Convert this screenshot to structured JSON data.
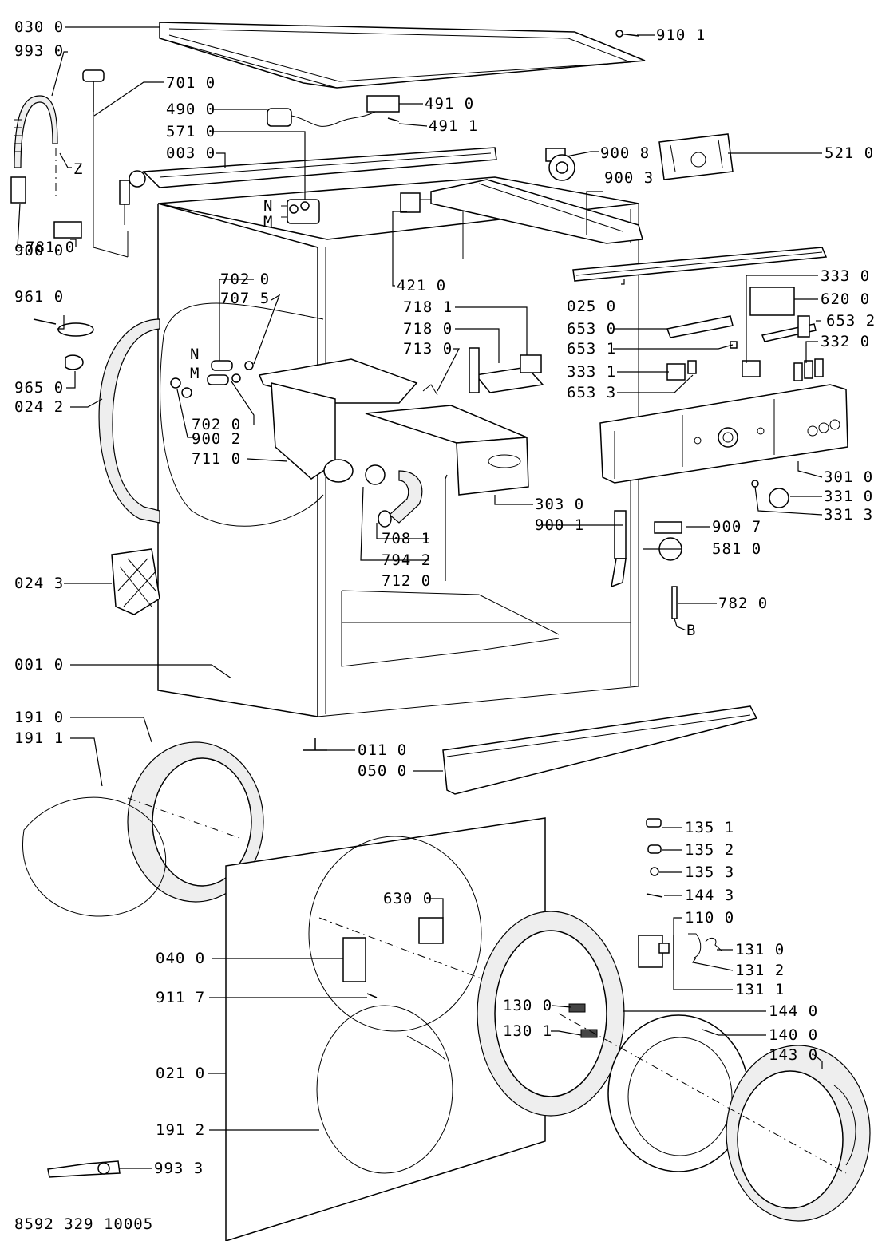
{
  "diagram_id": "8592 329 10005",
  "labels": [
    {
      "id": "l0300",
      "text": "030 0"
    },
    {
      "id": "l9930",
      "text": "993 0"
    },
    {
      "id": "l7010",
      "text": "701 0"
    },
    {
      "id": "l4900",
      "text": "490 0"
    },
    {
      "id": "l5710",
      "text": "571 0"
    },
    {
      "id": "l0030",
      "text": "003 0"
    },
    {
      "id": "l4910",
      "text": "491 0"
    },
    {
      "id": "l4911",
      "text": "491 1"
    },
    {
      "id": "l9101",
      "text": "910 1"
    },
    {
      "id": "l9008",
      "text": "900 8"
    },
    {
      "id": "l5210",
      "text": "521 0"
    },
    {
      "id": "l9003",
      "text": "900 3"
    },
    {
      "id": "lZ",
      "text": "Z"
    },
    {
      "id": "lN1",
      "text": "N"
    },
    {
      "id": "lM1",
      "text": "M"
    },
    {
      "id": "l7810",
      "text": "781 0"
    },
    {
      "id": "l9000",
      "text": "900 0"
    },
    {
      "id": "l4210",
      "text": "421 0"
    },
    {
      "id": "l7020a",
      "text": "702 0"
    },
    {
      "id": "l7075",
      "text": "707 5"
    },
    {
      "id": "l9610",
      "text": "961 0"
    },
    {
      "id": "l3330a",
      "text": "333 0"
    },
    {
      "id": "l0250",
      "text": "025 0"
    },
    {
      "id": "l6200",
      "text": "620 0"
    },
    {
      "id": "l7181",
      "text": "718 1"
    },
    {
      "id": "l7180",
      "text": "718 0"
    },
    {
      "id": "l6530",
      "text": "653 0"
    },
    {
      "id": "l6532",
      "text": "653 2"
    },
    {
      "id": "l7130",
      "text": "713 0"
    },
    {
      "id": "l6531",
      "text": "653 1"
    },
    {
      "id": "l3320",
      "text": "332 0"
    },
    {
      "id": "lN2",
      "text": "N"
    },
    {
      "id": "lM2",
      "text": "M"
    },
    {
      "id": "l3331",
      "text": "333 1"
    },
    {
      "id": "l6533",
      "text": "653 3"
    },
    {
      "id": "l9650",
      "text": "965 0"
    },
    {
      "id": "l0242",
      "text": "024 2"
    },
    {
      "id": "l7020b",
      "text": "702 0"
    },
    {
      "id": "l9002",
      "text": "900 2"
    },
    {
      "id": "l7110",
      "text": "711 0"
    },
    {
      "id": "l3010",
      "text": "301 0"
    },
    {
      "id": "l3310",
      "text": "331 0"
    },
    {
      "id": "l3313",
      "text": "331 3"
    },
    {
      "id": "l3030",
      "text": "303 0"
    },
    {
      "id": "l9001",
      "text": "900 1"
    },
    {
      "id": "l9007",
      "text": "900 7"
    },
    {
      "id": "l7081",
      "text": "708 1"
    },
    {
      "id": "l5810",
      "text": "581 0"
    },
    {
      "id": "l7942",
      "text": "794 2"
    },
    {
      "id": "l0243",
      "text": "024 3"
    },
    {
      "id": "l7120",
      "text": "712 0"
    },
    {
      "id": "l7820",
      "text": "782 0"
    },
    {
      "id": "lB",
      "text": "B"
    },
    {
      "id": "l0010",
      "text": "001 0"
    },
    {
      "id": "l1910",
      "text": "191 0"
    },
    {
      "id": "l1911",
      "text": "191 1"
    },
    {
      "id": "l0110",
      "text": "011 0"
    },
    {
      "id": "l0500",
      "text": "050 0"
    },
    {
      "id": "l1351",
      "text": "135 1"
    },
    {
      "id": "l1352",
      "text": "135 2"
    },
    {
      "id": "l1353",
      "text": "135 3"
    },
    {
      "id": "l1443",
      "text": "144 3"
    },
    {
      "id": "l6300",
      "text": "630 0"
    },
    {
      "id": "l1100",
      "text": "110 0"
    },
    {
      "id": "l0400",
      "text": "040 0"
    },
    {
      "id": "l1310",
      "text": "131 0"
    },
    {
      "id": "l1312",
      "text": "131 2"
    },
    {
      "id": "l1311",
      "text": "131 1"
    },
    {
      "id": "l9117",
      "text": "911 7"
    },
    {
      "id": "l1300",
      "text": "130 0"
    },
    {
      "id": "l1440",
      "text": "144 0"
    },
    {
      "id": "l1301",
      "text": "130 1"
    },
    {
      "id": "l1400",
      "text": "140 0"
    },
    {
      "id": "l1430",
      "text": "143 0"
    },
    {
      "id": "l0210",
      "text": "021 0"
    },
    {
      "id": "l1912",
      "text": "191 2"
    },
    {
      "id": "l9933",
      "text": "993 3"
    }
  ]
}
